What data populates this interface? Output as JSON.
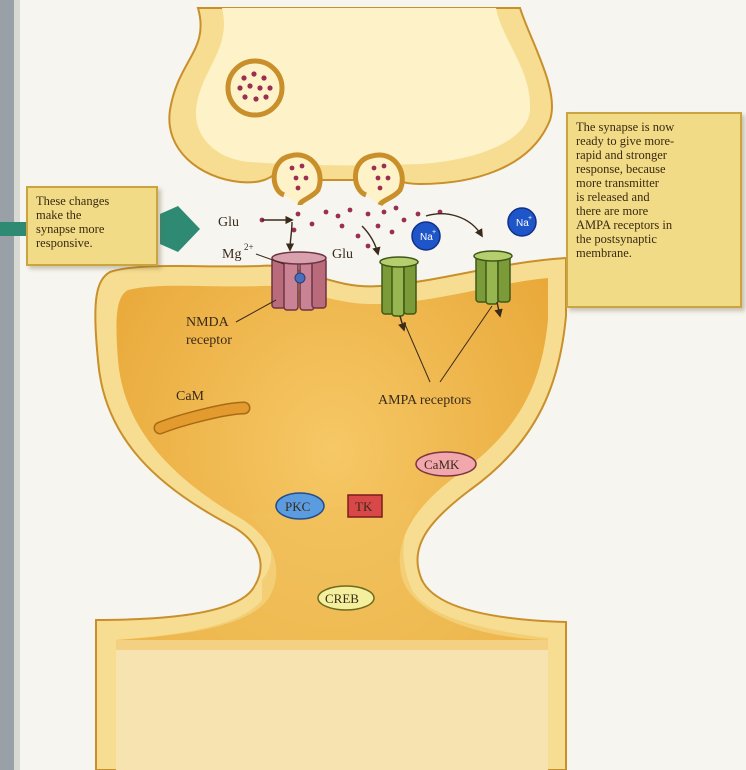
{
  "left_note": {
    "lines": [
      "These changes",
      "make the",
      "synapse more",
      "responsive."
    ]
  },
  "right_note": {
    "lines": [
      "The synapse is now",
      "ready to give more-",
      "rapid and stronger",
      "response, because",
      "more transmitter",
      "is released and",
      "there are more",
      "AMPA receptors in",
      "the postsynaptic",
      "membrane."
    ]
  },
  "labels": {
    "glu_left": "Glu",
    "mg": "Mg",
    "mg_charge": "2+",
    "glu_center": "Glu",
    "nmda_line1": "NMDA",
    "nmda_line2": "receptor",
    "ampa": "AMPA receptors",
    "cam": "CaM",
    "camk": "CaMK",
    "pkc": "PKC",
    "tk": "TK",
    "creb": "CREB",
    "na1": "Na",
    "na2": "Na",
    "na_charge": "+"
  },
  "colors": {
    "cytoplasm": "#f0b849",
    "membrane": "#f6dd91",
    "membrane_edge": "#c98f2a",
    "nmda": "#b96b7c",
    "ampa": "#8dad46",
    "sodium": "#1e55c8",
    "pkc": "#5b9be0",
    "tk": "#d94848",
    "camk": "#f2a7ad",
    "creb": "#f3ef9c",
    "cam": "#e39a2e",
    "arrow": "#2f8a74"
  }
}
